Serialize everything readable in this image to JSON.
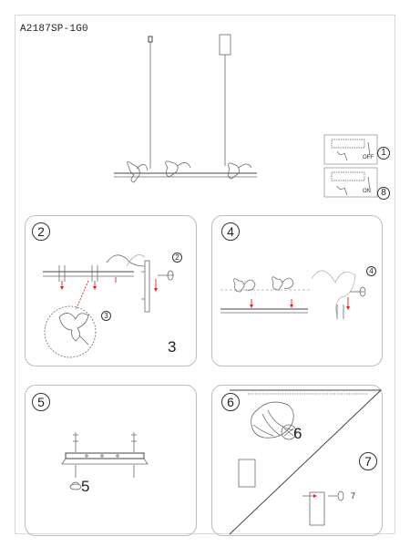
{
  "header": {
    "model_code": "A2187SP-1G0"
  },
  "overview": {
    "switch_off": {
      "step": "1",
      "label": "OFF"
    },
    "switch_on": {
      "step": "8",
      "label": "ON"
    }
  },
  "panel_2": {
    "step": "2",
    "callout_a": "2",
    "callout_b": "3",
    "big_number": "3"
  },
  "panel_4": {
    "step": "4",
    "callout": "4"
  },
  "panel_5": {
    "step": "5",
    "big_number": "5"
  },
  "panel_6": {
    "step": "6",
    "big_number": "6",
    "step_7": "7",
    "label_7": "7"
  }
}
